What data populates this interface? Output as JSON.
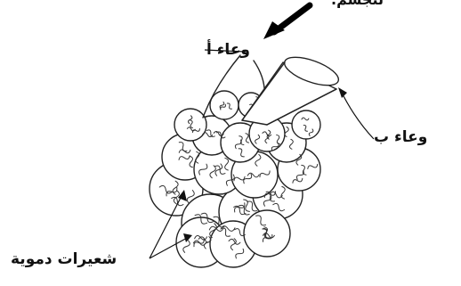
{
  "top_partial_text": "لتجسم.",
  "labels": {
    "vessel_a": "وعاء أ",
    "vessel_b": "وعاء ب",
    "capillaries": "شعيرات دموية"
  },
  "colors": {
    "ink": "#111111",
    "background": "#ffffff"
  }
}
